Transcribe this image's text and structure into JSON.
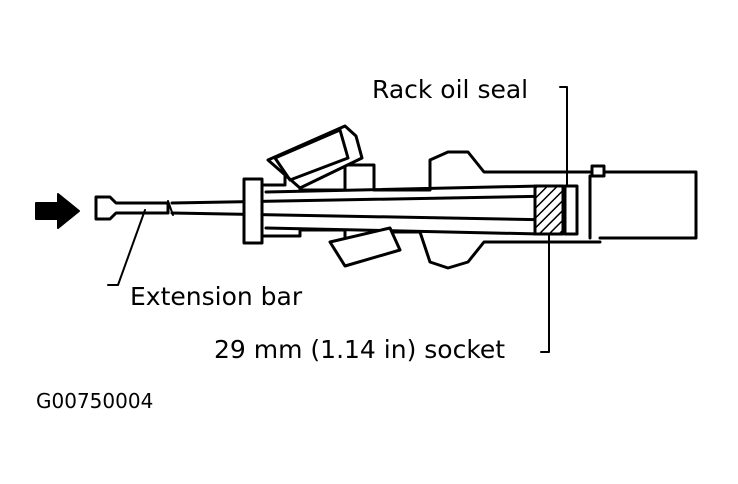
{
  "labels": {
    "rack_oil_seal": "Rack oil seal",
    "extension_bar": "Extension bar",
    "socket": "29 mm (1.14 in) socket",
    "figure_code": "G00750004"
  }
}
